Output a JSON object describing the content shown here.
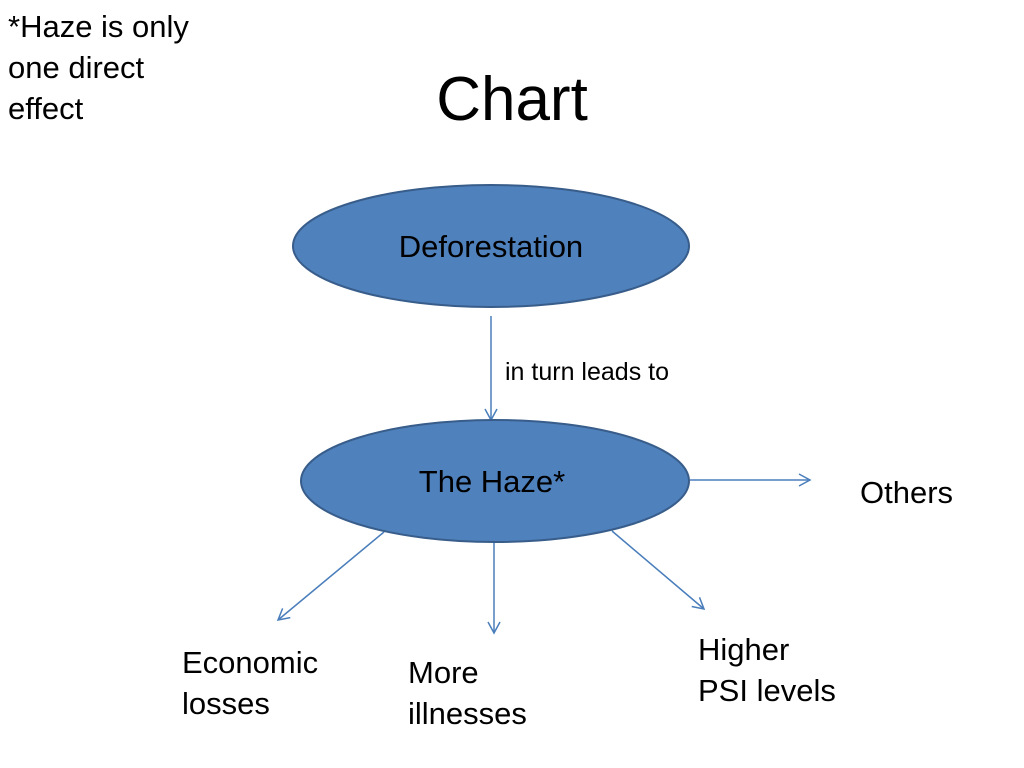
{
  "slide": {
    "title": "Chart",
    "note": "*Haze is only\none direct\neffect"
  },
  "nodes": {
    "deforestation": "Deforestation",
    "haze": "The Haze*"
  },
  "edges": {
    "deforestation_to_haze": "in turn leads to"
  },
  "effects": {
    "others": "Others",
    "economic_losses": "Economic\nlosses",
    "more_illnesses": "More\nillnesses",
    "higher_psi": "Higher\nPSI levels"
  },
  "colors": {
    "node_fill": "#4F81BD",
    "node_stroke": "#385D8A",
    "arrow": "#4A7EBB",
    "text": "#000000"
  }
}
